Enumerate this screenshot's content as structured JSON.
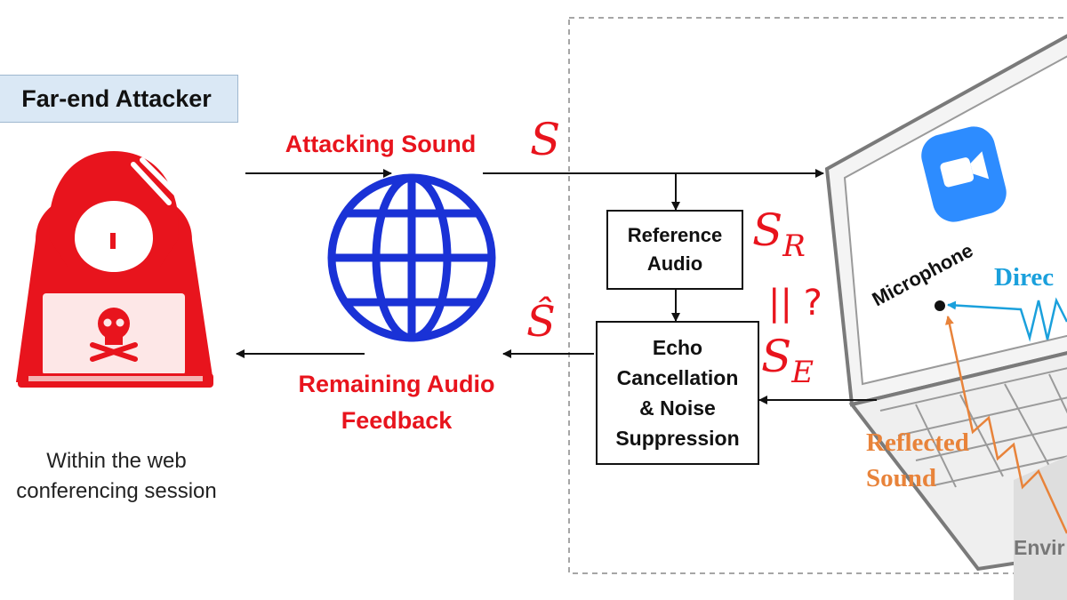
{
  "attacker": {
    "title": "Far-end Attacker",
    "caption_line1": "Within the web",
    "caption_line2": "conferencing session"
  },
  "labels": {
    "attacking_sound": "Attacking Sound",
    "remaining_line1": "Remaining Audio",
    "remaining_line2": "Feedback",
    "s": "S",
    "s_hat": "Ŝ",
    "s_r_base": "S",
    "s_r_sub": "R",
    "compare": "|| ?",
    "s_e_base": "S",
    "s_e_sub": "E",
    "microphone": "Microphone",
    "direct": "Direc",
    "reflected_line1": "Reflected",
    "reflected_line2": "Sound",
    "environment": "Envir"
  },
  "boxes": {
    "reference_line1": "Reference",
    "reference_line2": "Audio",
    "echo_line1": "Echo",
    "echo_line2": "Cancellation",
    "echo_line3": "& Noise",
    "echo_line4": "Suppression"
  },
  "icons": {
    "attacker": "hooded-hacker-icon",
    "network": "globe-icon",
    "app": "video-camera-icon",
    "device": "laptop-icon"
  },
  "colors": {
    "attacker_red": "#e8141d",
    "globe_blue": "#1a32d6",
    "direct_blue": "#1aa0dc",
    "reflected_orange": "#e8833a",
    "app_blue": "#2d8cff"
  }
}
